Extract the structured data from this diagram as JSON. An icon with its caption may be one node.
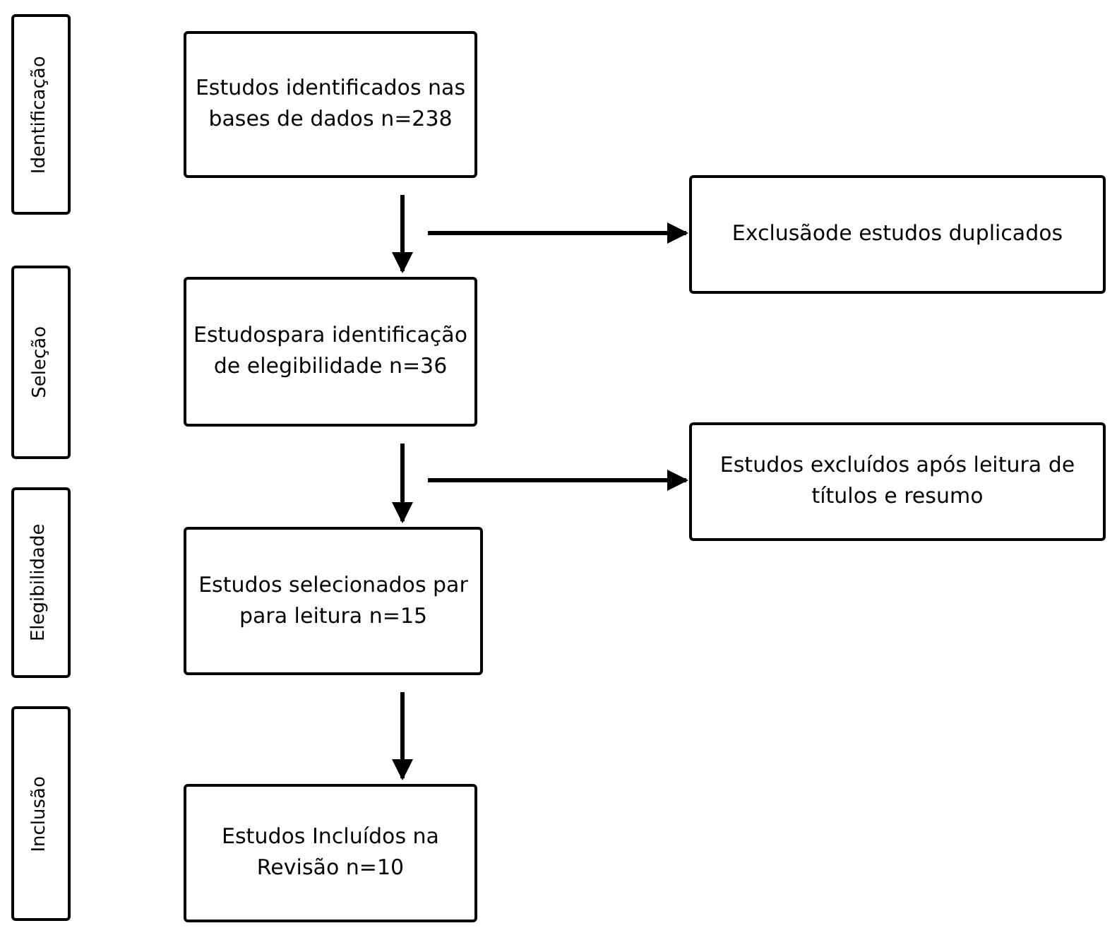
{
  "diagram": {
    "nodes": [
      {
        "text": [
          "Identificação"
        ]
      },
      {
        "text": [
          "Seleção"
        ]
      },
      {
        "text": [
          "Elegibilidade"
        ]
      },
      {
        "text": [
          "Inclusão"
        ]
      },
      {
        "text": [
          "Estudos identificados nas bases de dados n=238"
        ]
      },
      {
        "text": [
          "Exclusãode estudos duplicados"
        ]
      },
      {
        "text": [
          "Estudospara identificação de elegibilidade n=36"
        ]
      },
      {
        "text": [
          "Estudos excluídos após leitura de títulos e resumo"
        ]
      },
      {
        "text": [
          "Estudos selecionados par para leitura  n=15"
        ]
      },
      {
        "text": [
          "Estudos Incluídos na Revisão n=10"
        ]
      }
    ],
    "edges": [
      {
        "from": 4,
        "to": 6,
        "arrow": "to"
      },
      {
        "from": null,
        "to": 5,
        "arrow": "to"
      },
      {
        "from": 6,
        "to": 8,
        "arrow": "to"
      },
      {
        "from": null,
        "to": 7,
        "arrow": "to"
      },
      {
        "from": 8,
        "to": 9,
        "arrow": "to"
      }
    ]
  }
}
